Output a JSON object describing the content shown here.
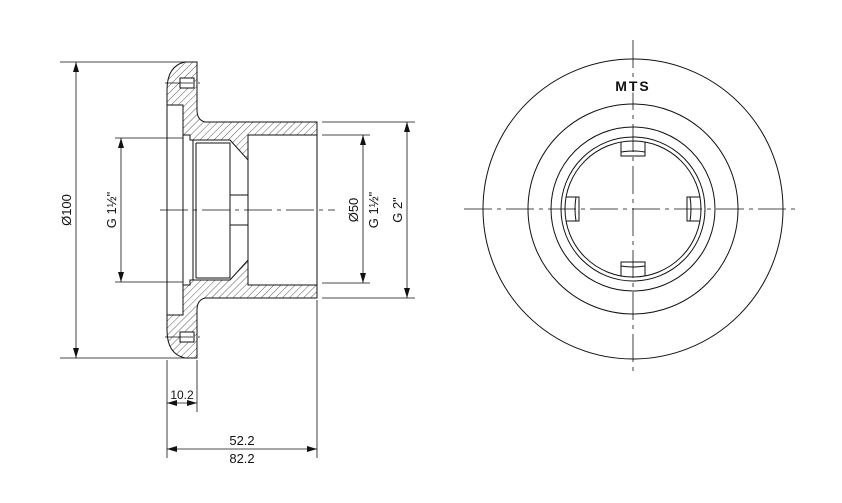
{
  "drawing": {
    "logo_text": "MTS",
    "dimensions": {
      "outer_diameter": "Ø100",
      "inner_thread_left": "G 1½\"",
      "bore_diameter": "Ø50",
      "bore_thread": "G 1½\"",
      "outer_thread": "G 2\"",
      "flange_thickness": "10.2",
      "length_inner": "52.2",
      "length_total": "82.2"
    }
  }
}
